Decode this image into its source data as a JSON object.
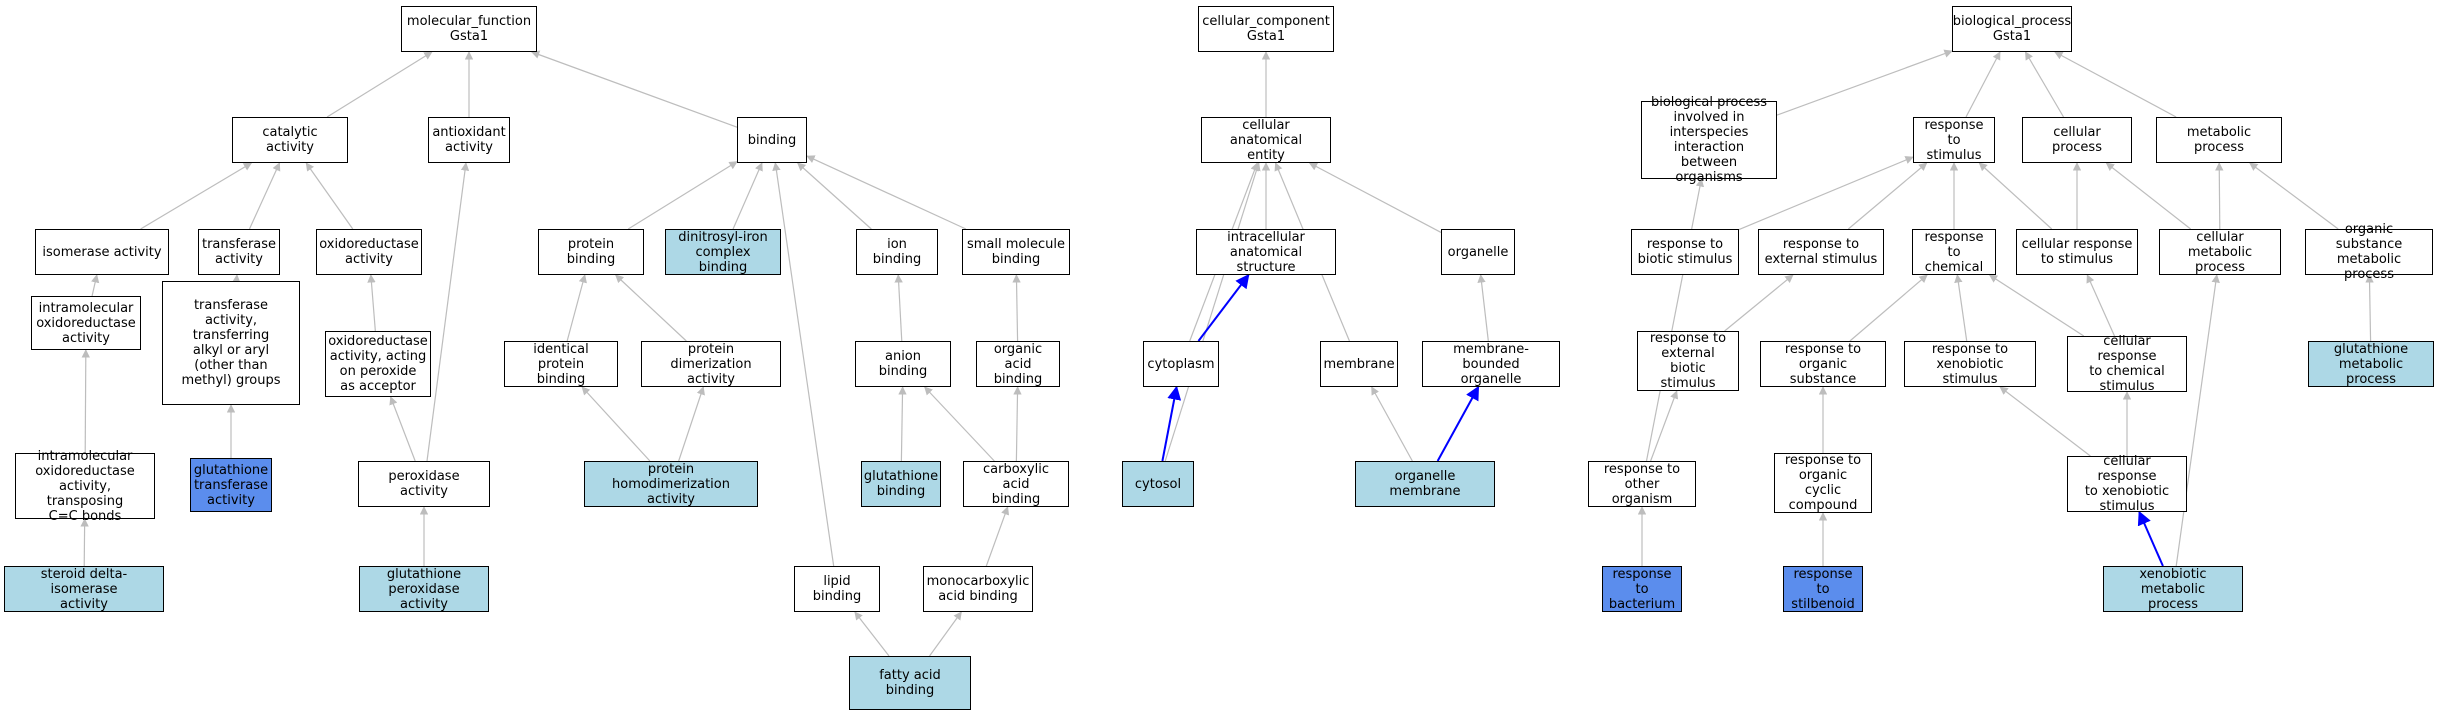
{
  "colors": {
    "edge_default": "#bdbdbd",
    "edge_highlight": "#0000ff",
    "node_white": "#ffffff",
    "node_light": "#add8e6",
    "node_blue": "#5b8ded"
  },
  "nodes": {
    "mf": "molecular_function\nGsta1",
    "cat": "catalytic activity",
    "antiox": "antioxidant\nactivity",
    "bind": "binding",
    "isom": "isomerase activity",
    "transf": "transferase\nactivity",
    "oxred": "oxidoreductase\nactivity",
    "intraox": "intramolecular\noxidoreductase\nactivity",
    "transalk": "transferase\nactivity, transferring\nalkyl or aryl\n(other than\nmethyl) groups",
    "oxperox": "oxidoreductase\nactivity, acting\non peroxide\nas acceptor",
    "intracc": "intramolecular\noxidoreductase\nactivity, transposing\nC=C bonds",
    "gst": "glutathione\ntransferase\nactivity",
    "perox": "peroxidase activity",
    "steroid": "steroid delta-isomerase\nactivity",
    "gpx": "glutathione\nperoxidase activity",
    "protbind": "protein binding",
    "dinitro": "dinitrosyl-iron\ncomplex binding",
    "identprot": "identical protein\nbinding",
    "protdimer": "protein dimerization\nactivity",
    "homodimer": "protein homodimerization\nactivity",
    "ionbind": "ion binding",
    "smallmol": "small molecule\nbinding",
    "anion": "anion binding",
    "orgacid": "organic acid\nbinding",
    "gshbind": "glutathione\nbinding",
    "carbox": "carboxylic acid\nbinding",
    "lipid": "lipid binding",
    "monocarbox": "monocarboxylic\nacid binding",
    "fatty": "fatty acid binding",
    "cc": "cellular_component\nGsta1",
    "cae": "cellular anatomical\nentity",
    "intra": "intracellular\nanatomical structure",
    "organelle": "organelle",
    "cyto": "cytoplasm",
    "membrane": "membrane",
    "membbound": "membrane-bounded\norganelle",
    "cytosol": "cytosol",
    "orgmemb": "organelle membrane",
    "bp": "biological_process\nGsta1",
    "interspecies": "biological process\ninvolved in\ninterspecies\ninteraction\nbetween organisms",
    "respstim": "response to\nstimulus",
    "cellproc": "cellular process",
    "metproc": "metabolic process",
    "biotic": "response to\nbiotic stimulus",
    "extstim": "response to\nexternal stimulus",
    "chem": "response to\nchemical",
    "cellstim": "cellular response\nto stimulus",
    "cellmet": "cellular metabolic\nprocess",
    "orgsub": "organic substance\nmetabolic process",
    "extbiotic": "response to\nexternal biotic\nstimulus",
    "resporgsub": "response to\norganic substance",
    "xeno": "response to\nxenobiotic stimulus",
    "cellchem": "cellular response\nto chemical\nstimulus",
    "gshmet": "glutathione\nmetabolic process",
    "otherorg": "response to\nother organism",
    "orgcyclic": "response to\norganic cyclic\ncompound",
    "cellxeno": "cellular response\nto xenobiotic\nstimulus",
    "bacterium": "response to\nbacterium",
    "stilbenoid": "response to\nstilbenoid",
    "xenomet": "xenobiotic metabolic\nprocess"
  }
}
